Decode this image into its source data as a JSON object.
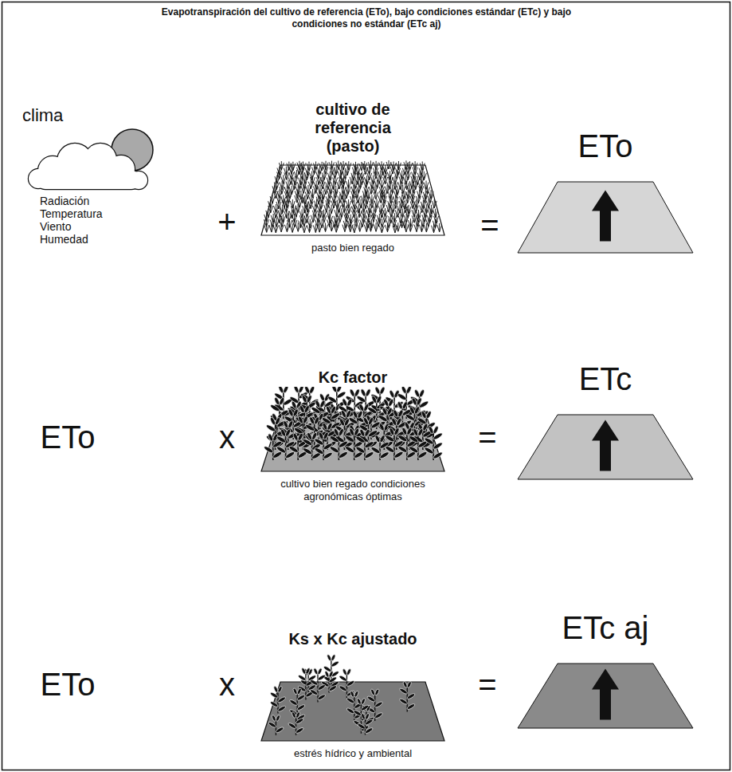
{
  "diagram": {
    "title": "Evapotranspiración del cultivo de referencia (ETo), bajo condiciones estándar (ETc) y bajo condiciones no estándar (ETc aj)",
    "nodes": [
      {
        "text": [
          "clima",
          "Radiación Temperatura Viento Humedad"
        ]
      },
      {
        "text": [
          "cultivo de referencia (pasto)",
          "pasto bien regado"
        ]
      },
      {
        "text": [
          "ETo"
        ]
      },
      {
        "text": [
          "Kc factor",
          "cultivo bien regado condiciones agronómicas óptimas"
        ]
      },
      {
        "text": [
          "ETc"
        ]
      },
      {
        "text": [
          "Ks x Kc ajustado",
          "estrés hídrico y ambiental"
        ]
      },
      {
        "text": [
          "ETc aj"
        ]
      }
    ],
    "labels": [
      "+",
      "=",
      "ETo",
      "x",
      "=",
      "ETo",
      "x",
      "="
    ]
  }
}
